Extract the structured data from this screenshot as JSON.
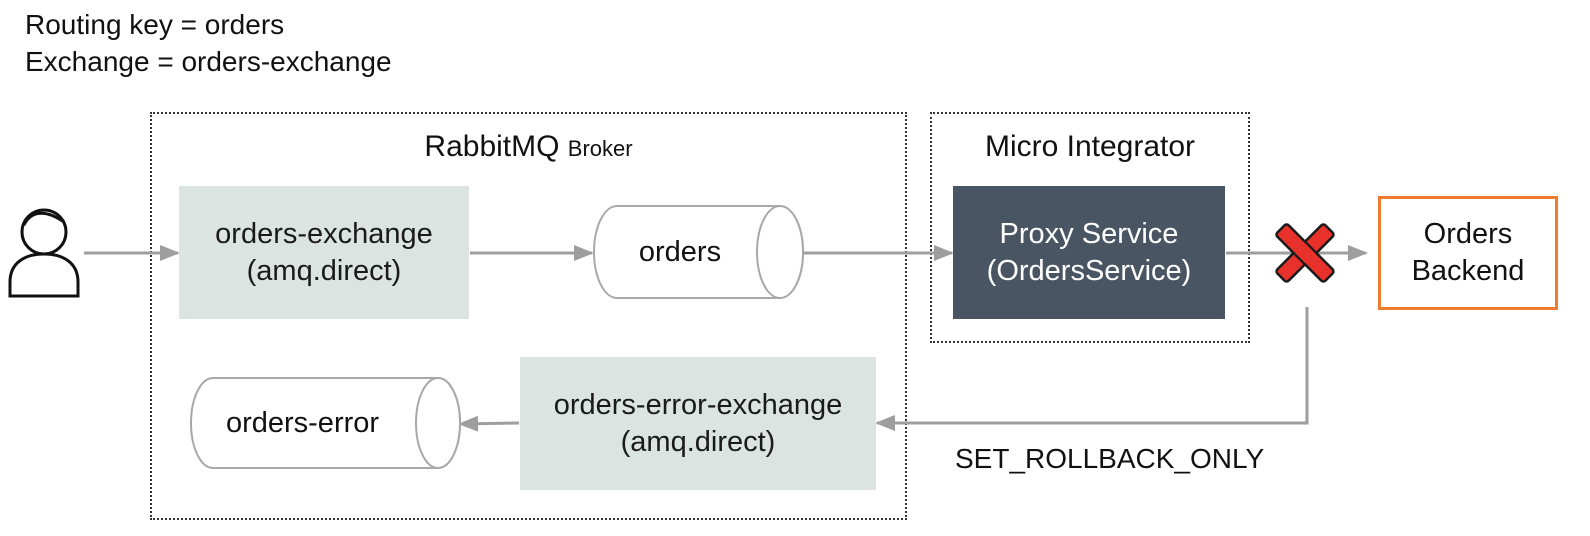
{
  "header": {
    "routing_key": "Routing key = orders",
    "exchange": "Exchange = orders-exchange"
  },
  "broker": {
    "title": "RabbitMQ",
    "title_suffix": "Broker",
    "orders_exchange": {
      "line1": "orders-exchange",
      "line2": "(amq.direct)"
    },
    "orders_queue": "orders",
    "error_exchange": {
      "line1": "orders-error-exchange",
      "line2": "(amq.direct)"
    },
    "error_queue": "orders-error"
  },
  "micro_integrator": {
    "title": "Micro Integrator",
    "proxy": {
      "line1": "Proxy Service",
      "line2": "(OrdersService)"
    }
  },
  "backend": {
    "line1": "Orders",
    "line2": "Backend"
  },
  "rollback_label": "SET_ROLLBACK_ONLY",
  "icons": {
    "client": "user-icon",
    "failure": "x-mark-icon"
  },
  "colors": {
    "exchange_fill": "#dbe4e0",
    "proxy_fill": "#4a5564",
    "backend_border": "#ee7c2f",
    "failure_mark": "#e8312a",
    "arrow": "#9e9e9e"
  }
}
